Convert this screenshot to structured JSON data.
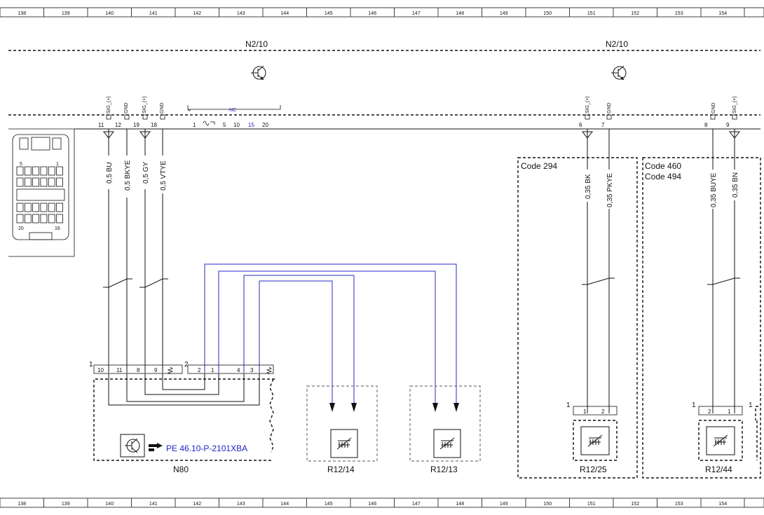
{
  "grid_labels": [
    "138",
    "139",
    "140",
    "141",
    "142",
    "143",
    "144",
    "145",
    "146",
    "147",
    "148",
    "149",
    "150",
    "151",
    "152",
    "153",
    "154"
  ],
  "control_unit_left": "N2/10",
  "control_unit_right": "N2/10",
  "pin_types": {
    "sig": "SIG_(+)",
    "gnd": "GND"
  },
  "nc_label": "NC",
  "nc_pins": [
    "1",
    "5",
    "10",
    "15",
    "20"
  ],
  "connector_pins_top": [
    "11",
    "12",
    "19",
    "18",
    "6",
    "7",
    "8",
    "9"
  ],
  "connector_diagram": {
    "top_left": "5",
    "top_right": "1",
    "bottom_left": "20",
    "bottom_right": "16"
  },
  "wires": [
    "0,5 BU",
    "0,5 BKYE",
    "0,5 GY",
    "0,5 VTYE",
    "0,35 BK",
    "0,35 PKYE",
    "0,35 BUYE",
    "0,35 BN"
  ],
  "codes": {
    "left": "Code 294",
    "right_a": "Code 460",
    "right_b": "Code 494"
  },
  "n80": {
    "name": "N80",
    "connector1": "1",
    "connector2": "2",
    "pins1": [
      "10",
      "11",
      "8",
      "9"
    ],
    "pins2": [
      "2",
      "1",
      "4",
      "3"
    ],
    "reference": "PE 46.10-P-2101XBA"
  },
  "sensors": {
    "r12_14": "R12/14",
    "r12_13": "R12/13",
    "r12_25": "R12/25",
    "r12_44": "R12/44",
    "r12_25_connector": "1",
    "r12_25_pins": [
      "1",
      "2"
    ],
    "r12_44_connector": "1",
    "r12_44_pins": [
      "2",
      "1"
    ],
    "edge_connector": "1"
  },
  "colors": {
    "wire": "#111111",
    "blue_wire": "#2929c9",
    "nc_text": "#2323c8"
  }
}
